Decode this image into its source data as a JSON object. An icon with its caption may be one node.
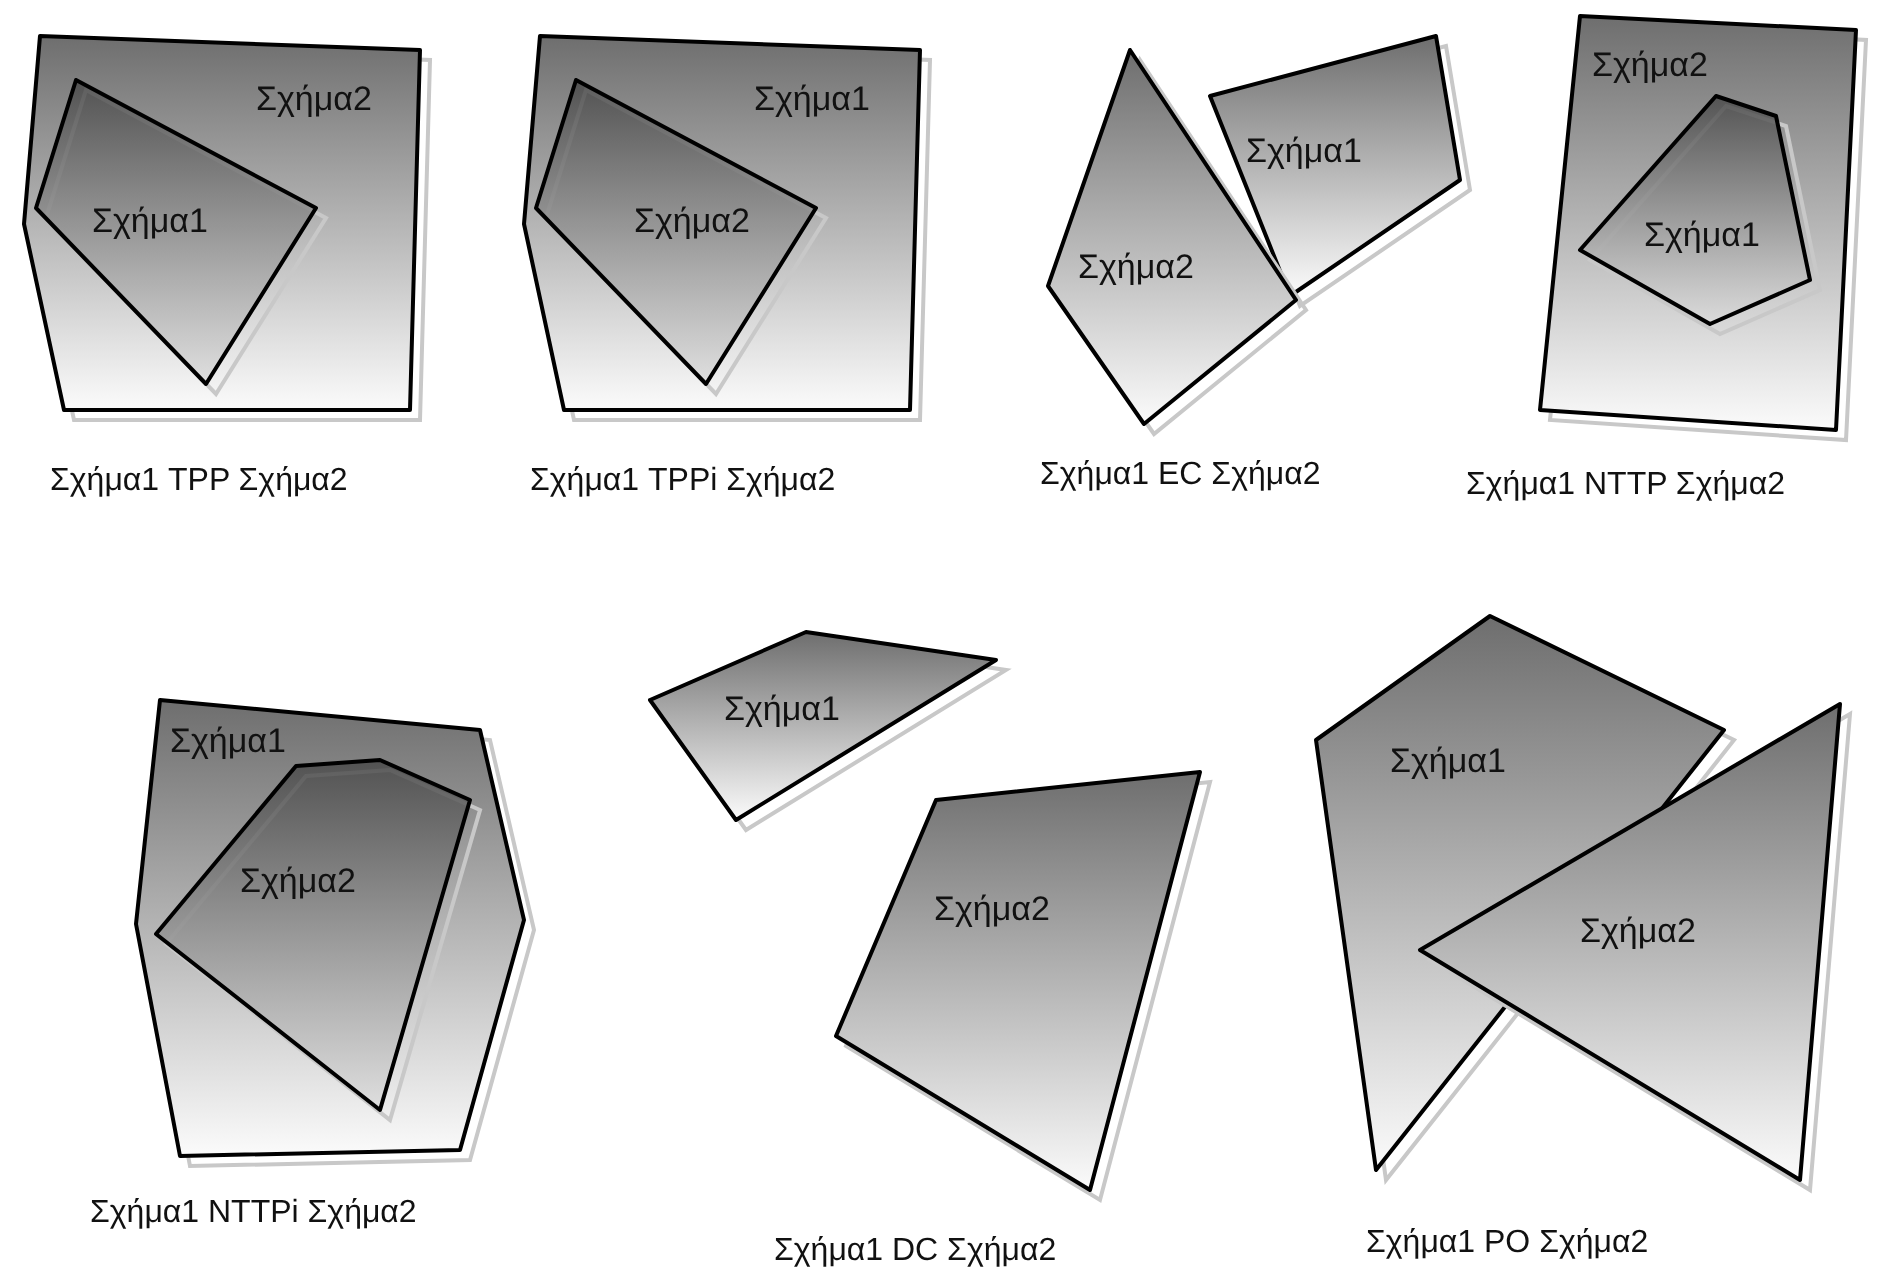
{
  "diagram": {
    "nodes": [
      {
        "text": [
          "Σχήμα2"
        ]
      },
      {
        "text": [
          "Σχήμα1"
        ],
        "in": 0
      },
      {
        "text": [
          "Σχήμα1"
        ]
      },
      {
        "text": [
          "Σχήμα2"
        ],
        "in": 2
      },
      {
        "text": [
          "Σχήμα1"
        ]
      },
      {
        "text": [
          "Σχήμα2"
        ]
      },
      {
        "text": [
          "Σχήμα2"
        ]
      },
      {
        "text": [
          "Σχήμα1"
        ],
        "in": 6
      },
      {
        "text": [
          "Σχήμα1"
        ]
      },
      {
        "text": [
          "Σχήμα2"
        ],
        "in": 8
      },
      {
        "text": [
          "Σχήμα1"
        ]
      },
      {
        "text": [
          "Σχήμα2"
        ]
      },
      {
        "text": [
          "Σχήμα1"
        ]
      },
      {
        "text": [
          "Σχήμα2"
        ]
      }
    ],
    "edges": [],
    "labels": [
      "Σχήμα1 TPP Σχήμα2",
      "Σχήμα1 TPPi Σχήμα2",
      "Σχήμα1 EC Σχήμα2",
      "Σχήμα1 NTTP Σχήμα2",
      "Σχήμα1 NTTPi Σχήμα2",
      "Σχήμα1 DC Σχήμα2",
      "Σχήμα1 PO Σχήμα2"
    ]
  }
}
